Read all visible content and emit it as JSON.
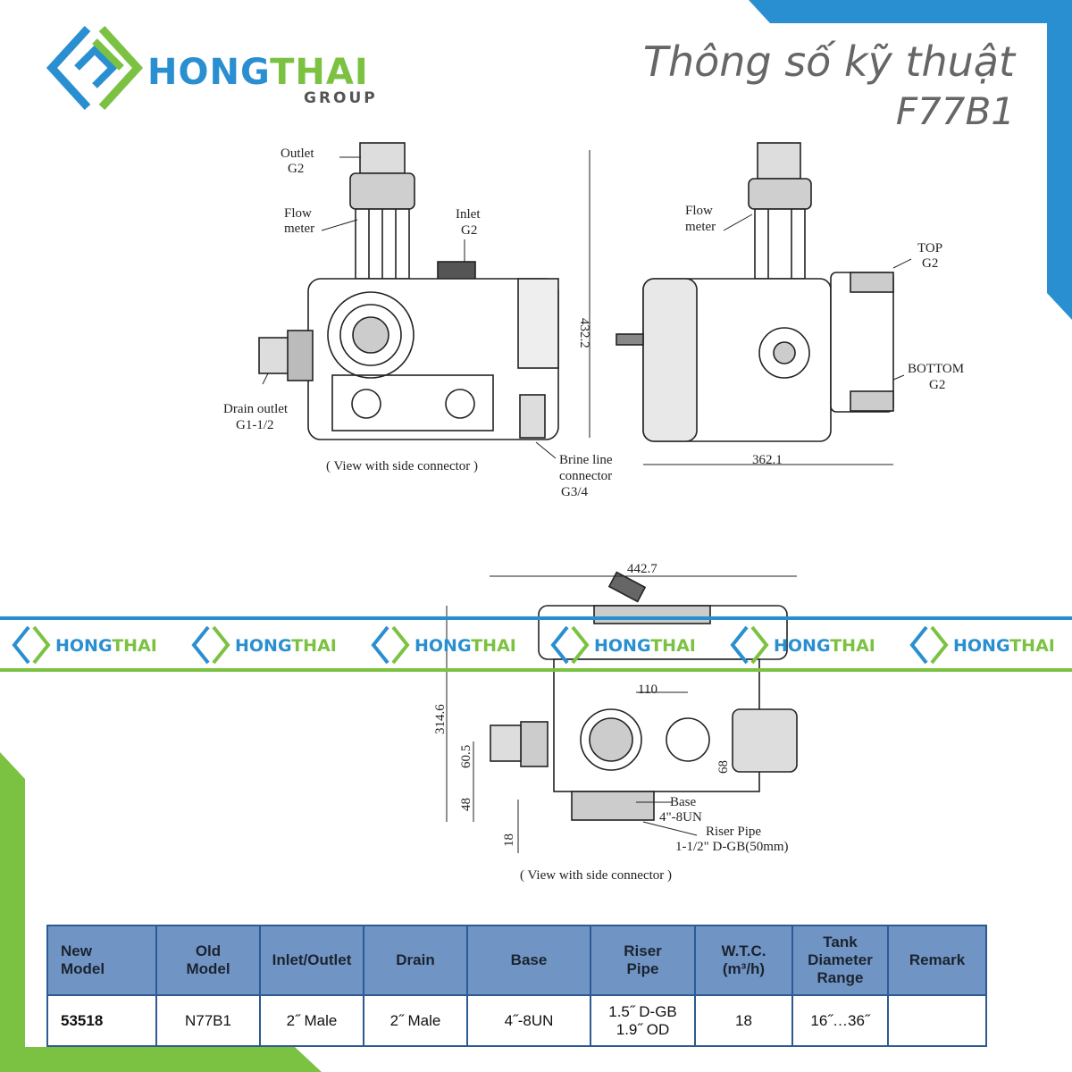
{
  "brand": {
    "name_part1": "HONG",
    "name_part2": "THAI",
    "group_label": "GROUP"
  },
  "heading": {
    "title": "Thông số kỹ thuật",
    "model": "F77B1"
  },
  "colors": {
    "brand_blue": "#2a8fd0",
    "brand_green": "#7cc242",
    "table_header": "#7095c4",
    "table_border": "#2d5a92"
  },
  "drawing_labels": {
    "outlet": "Outlet",
    "outlet_size": "G2",
    "flow_meter_1": "Flow",
    "flow_meter_2": "meter",
    "inlet": "Inlet",
    "inlet_size": "G2",
    "height_dim": "432.2",
    "drain_outlet": "Drain outlet",
    "drain_size": "G1-1/2",
    "view_caption": "( View with side connector )",
    "brine_1": "Brine line",
    "brine_2": "connector",
    "brine_3": "G3/4",
    "top": "TOP",
    "top_size": "G2",
    "bottom": "BOTTOM",
    "bottom_size": "G2",
    "depth_dim": "362.1",
    "width_dim": "442.7",
    "dim_110": "110",
    "dim_314": "314.6",
    "dim_60": "60.5",
    "dim_48": "48",
    "dim_18": "18",
    "dim_68": "68",
    "base": "Base",
    "base_spec": "4\"-8UN",
    "riser": "Riser Pipe",
    "riser_spec": "1-1/2\" D-GB(50mm)",
    "view_caption_2": "( View with side connector )"
  },
  "watermark": {
    "part1": "HONG",
    "part2": "THAI"
  },
  "spec_table": {
    "headers": {
      "new_model_1": "New",
      "new_model_2": "Model",
      "old_model_1": "Old",
      "old_model_2": "Model",
      "inlet_outlet": "Inlet/Outlet",
      "drain": "Drain",
      "base": "Base",
      "riser_1": "Riser",
      "riser_2": "Pipe",
      "wtc_1": "W.T.C.",
      "wtc_2": "(m³/h)",
      "tank_1": "Tank",
      "tank_2": "Diameter",
      "tank_3": "Range",
      "remark": "Remark"
    },
    "row": {
      "new_model": "53518",
      "old_model": "N77B1",
      "inlet_outlet": "2˝ Male",
      "drain": "2˝ Male",
      "base": "4˝-8UN",
      "riser_1": "1.5˝ D-GB",
      "riser_2": "1.9˝ OD",
      "wtc": "18",
      "tank": "16˝…36˝",
      "remark": ""
    }
  }
}
